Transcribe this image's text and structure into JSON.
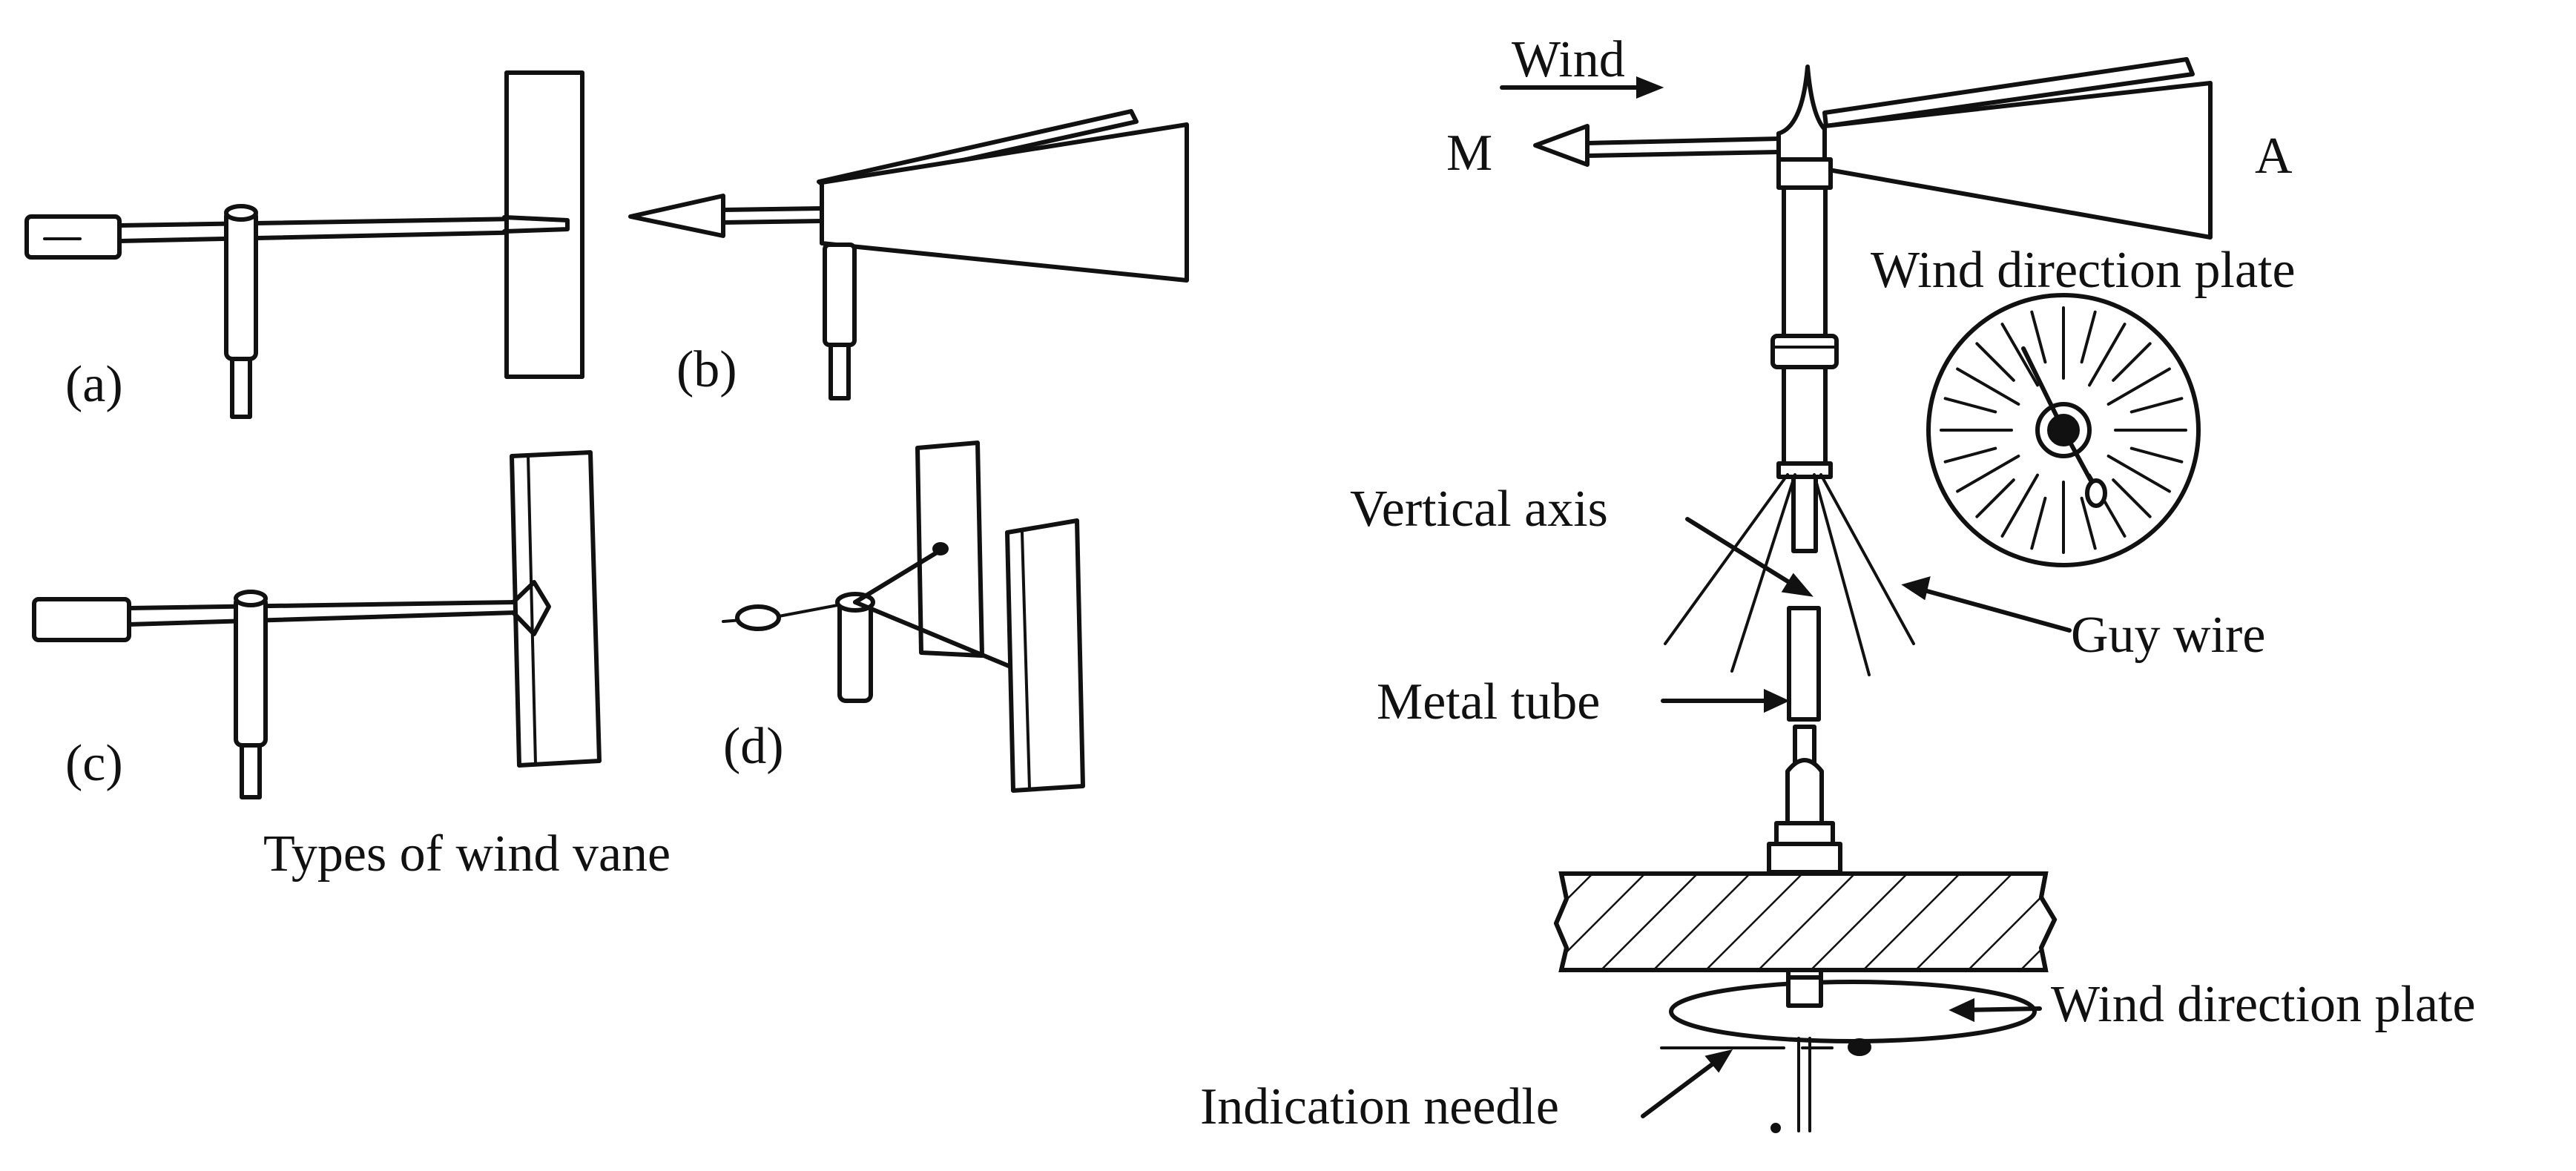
{
  "left_panel": {
    "caption": "Types of wind vane",
    "panels": [
      {
        "label": "(a)"
      },
      {
        "label": "(b)"
      },
      {
        "label": "(c)"
      },
      {
        "label": "(d)"
      }
    ]
  },
  "right_panel": {
    "wind_label": "Wind",
    "end_labels": {
      "left": "M",
      "right": "A"
    },
    "callouts": {
      "wind_direction_plate_top": "Wind direction plate",
      "vertical_axis": "Vertical axis",
      "guy_wire": "Guy wire",
      "metal_tube": "Metal tube",
      "wind_direction_plate_bottom": "Wind direction plate",
      "indication_needle": "Indication needle"
    }
  }
}
